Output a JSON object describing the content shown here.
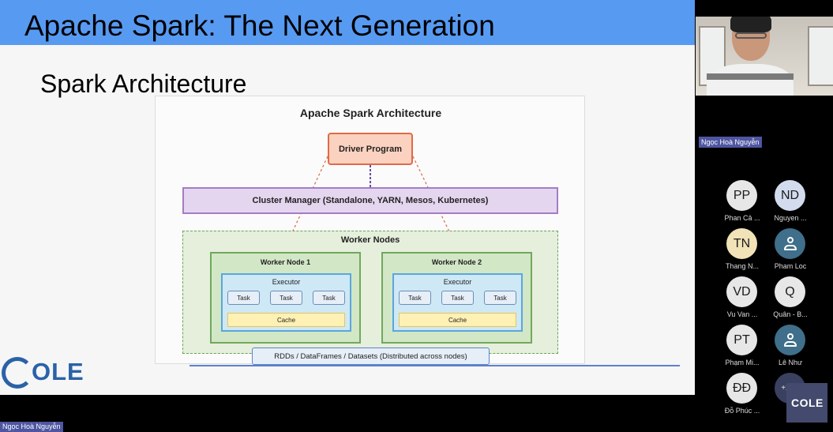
{
  "slide": {
    "title": "Apache Spark: The Next Generation",
    "subtitle": "Spark Architecture"
  },
  "diagram": {
    "title": "Apache Spark Architecture",
    "driver": "Driver Program",
    "cluster_manager": "Cluster Manager (Standalone, YARN, Mesos, Kubernetes)",
    "worker_nodes_label": "Worker Nodes",
    "nodes": [
      {
        "label": "Worker Node 1",
        "executor": "Executor",
        "tasks": [
          "Task",
          "Task",
          "Task"
        ],
        "cache": "Cache"
      },
      {
        "label": "Worker Node 2",
        "executor": "Executor",
        "tasks": [
          "Task",
          "Task",
          "Task"
        ],
        "cache": "Cache"
      }
    ],
    "data_layer": "RDDs / DataFrames / Datasets (Distributed across nodes)"
  },
  "logo": {
    "text": "OLE"
  },
  "meeting": {
    "speaker_tag": "Ngọc Hoà Nguyễn",
    "bottom_name": "Ngọc Hoà Nguyễn",
    "participants": [
      {
        "initials": "PP",
        "name": "Phan Cả ..."
      },
      {
        "initials": "ND",
        "name": "Nguyen ..."
      },
      {
        "initials": "TN",
        "name": "Thang N..."
      },
      {
        "initials": "",
        "name": "Pham Loc",
        "icon": "user-icon"
      },
      {
        "initials": "VD",
        "name": "Vu Van ..."
      },
      {
        "initials": "Q",
        "name": "Quân - B..."
      },
      {
        "initials": "PT",
        "name": "Phạm Mi..."
      },
      {
        "initials": "",
        "name": "Lê Như",
        "icon": "user-icon"
      },
      {
        "initials": "ĐĐ",
        "name": "Đỗ Phúc ..."
      }
    ],
    "more_count": "+217",
    "mini_logo": "COLE"
  },
  "colors": {
    "title_bar": "#579af2",
    "driver_fill": "#fbd2bf",
    "cluster_fill": "#e5d6ef",
    "worker_fill": "#d2e7c6",
    "executor_fill": "#cfe8f6",
    "cache_fill": "#fff0b3",
    "name_tag": "#4f56a1"
  }
}
